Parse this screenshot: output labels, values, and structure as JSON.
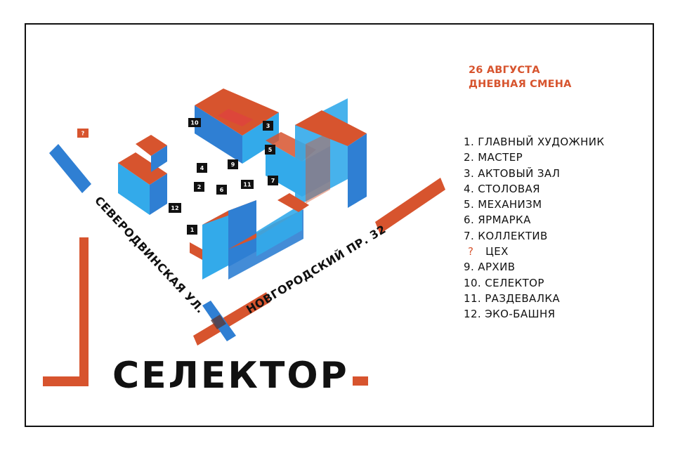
{
  "header": {
    "date": "26 АВГУСТА",
    "shift": "ДНЕВНАЯ СМЕНА"
  },
  "legend": [
    {
      "num": "1.",
      "label": "ГЛАВНЫЙ ХУДОЖНИК"
    },
    {
      "num": "2.",
      "label": "МАСТЕР"
    },
    {
      "num": "3.",
      "label": "АКТОВЫЙ ЗАЛ"
    },
    {
      "num": "4.",
      "label": "СТОЛОВАЯ"
    },
    {
      "num": "5.",
      "label": "МЕХАНИЗМ"
    },
    {
      "num": "6.",
      "label": "ЯРМАРКА"
    },
    {
      "num": "7.",
      "label": "КОЛЛЕКТИВ"
    },
    {
      "num": "?",
      "label": "ЦЕХ"
    },
    {
      "num": "9.",
      "label": "АРХИВ"
    },
    {
      "num": "10.",
      "label": "СЕЛЕКТОР"
    },
    {
      "num": "11.",
      "label": "РАЗДЕВАЛКА"
    },
    {
      "num": "12.",
      "label": "ЭКО-БАШНЯ"
    }
  ],
  "streets": {
    "severodvinskaya": "СЕВЕРОДВИНСКАЯ УЛ.",
    "novgorodsky": "НОВГОРОДСКИЙ ПР. 32"
  },
  "markers": {
    "m1": "1",
    "m2": "2",
    "m3": "3",
    "m4": "4",
    "m5": "5",
    "m6": "6",
    "m7": "7",
    "m9": "9",
    "m10": "10",
    "m11": "11",
    "m12": "12",
    "mq": "?"
  },
  "title": "СЕЛЕКТОР",
  "colors": {
    "orange": "#d7542e",
    "blue": "#2f7fd3",
    "light_blue": "#33aaea",
    "black": "#111111"
  }
}
